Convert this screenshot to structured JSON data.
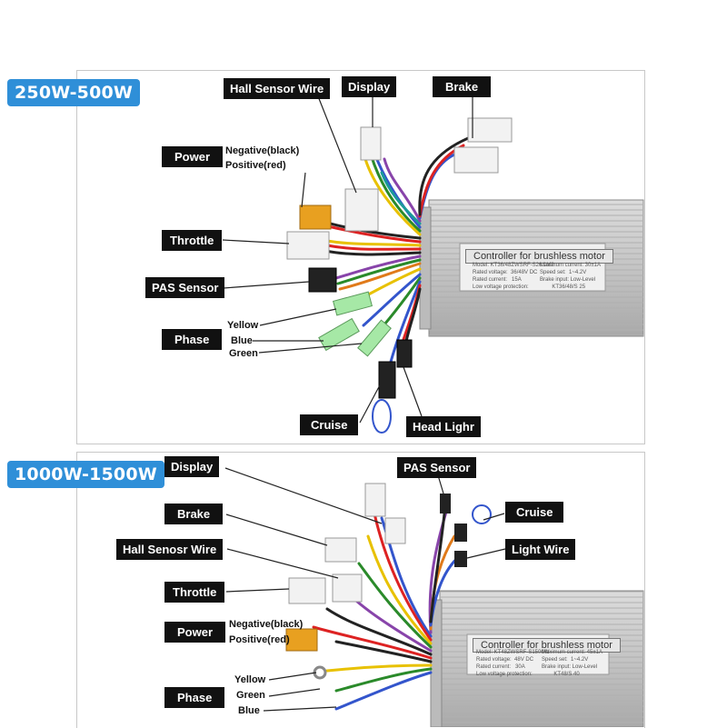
{
  "top": {
    "title": "250W-500W",
    "labels": {
      "hall": "Hall Sensor Wire",
      "display": "Display",
      "brake": "Brake",
      "power": "Power",
      "throttle": "Throttle",
      "pas": "PAS Sensor",
      "phase": "Phase",
      "cruise": "Cruise",
      "headlight": "Head Lighr"
    },
    "power_notes": [
      "Negative(black)",
      "Positive(red)"
    ],
    "phase_notes": [
      "Yellow",
      "Blue",
      "Green"
    ],
    "controller": {
      "title": "Controller for brushless motor",
      "spec_left": "Model: KT36/48ZWSRF-S26.1M2\nRated voltage:  36/48V DC\nRated current:   15A\nLow voltage protection:",
      "spec_right": "Maximum current: 30±1A\nSpeed set:  1~4.2V\nBrake input: Low-Level\n        KT36/48/S 25"
    }
  },
  "bottom": {
    "title": "1000W-1500W",
    "labels": {
      "display": "Display",
      "brake": "Brake",
      "hall": "Hall Senosr Wire",
      "throttle": "Throttle",
      "power": "Power",
      "phase": "Phase",
      "pas": "PAS Sensor",
      "cruise": "Cruise",
      "light": "Light Wire"
    },
    "power_notes": [
      "Negative(black)",
      "Positive(red)"
    ],
    "phase_notes": [
      "Yellow",
      "Green",
      "Blue"
    ],
    "controller": {
      "title": "Controller for brushless motor",
      "spec_left": "Model: KT48ZWSRF-S1500W\nRated voltage:  48V DC\nRated current:   30A\nLow voltage protection:",
      "spec_right": "Maximum current: 45±1A\nSpeed set:  1~4.2V\nBrake input: Low-Level\n        KT48/S 40"
    }
  }
}
